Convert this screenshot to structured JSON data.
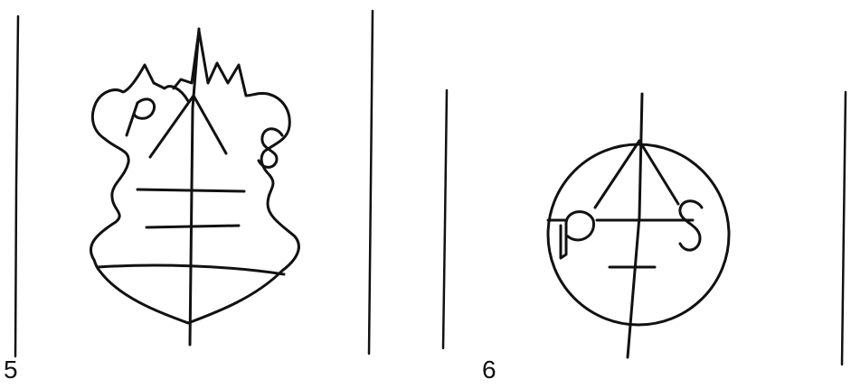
{
  "figures": [
    {
      "number": "5",
      "mark": {
        "initials": [
          "P",
          "S"
        ]
      }
    },
    {
      "number": "6",
      "mark": {
        "initials": [
          "P",
          "S"
        ]
      }
    }
  ],
  "colors": {
    "ink": "#111111",
    "paper": "#ffffff"
  }
}
